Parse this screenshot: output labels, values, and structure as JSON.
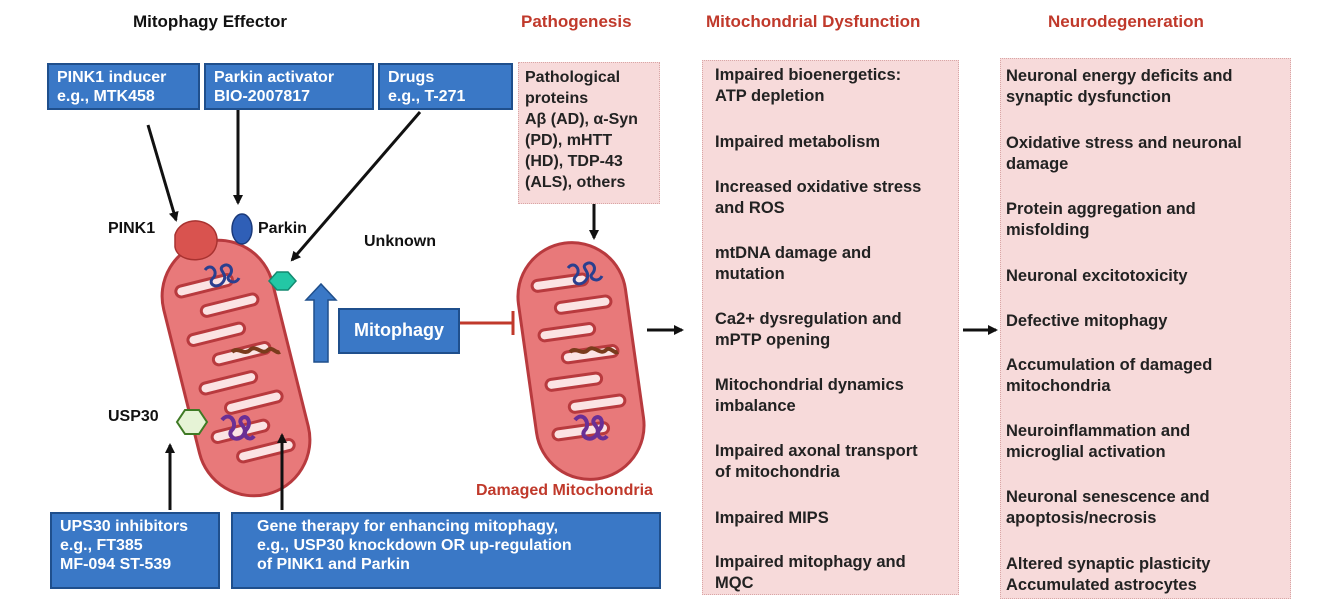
{
  "headings": {
    "mitophagy_effector": "Mitophagy Effector",
    "pathogenesis": "Pathogenesis",
    "mito_dysfunction": "Mitochondrial Dysfunction",
    "neurodegeneration": "Neurodegeneration"
  },
  "effector_boxes": {
    "pink1_inducer": [
      "PINK1 inducer",
      "e.g.,  MTK458"
    ],
    "parkin_activator": [
      "Parkin activator",
      "BIO-2007817"
    ],
    "drugs": [
      "Drugs",
      "e.g., T-271"
    ],
    "usp30_inhibitors": [
      "UPS30 inhibitors",
      "e.g., FT385",
      "MF-094 ST-539"
    ],
    "gene_therapy": [
      "Gene therapy for enhancing mitophagy,",
      "e.g., USP30 knockdown OR up-regulation",
      "of PINK1 and Parkin"
    ]
  },
  "labels": {
    "pink1": "PINK1",
    "parkin": "Parkin",
    "unknown": "Unknown",
    "usp30": "USP30",
    "mitophagy": "Mitophagy",
    "damaged_mito": "Damaged Mitochondria"
  },
  "pathogenesis_box": [
    "Pathological",
    "proteins",
    "Aβ (AD), α-Syn",
    "(PD), mHTT",
    "(HD),  TDP-43",
    "(ALS), others"
  ],
  "mito_dysfunction_items": [
    [
      "Impaired bioenergetics:",
      "ATP depletion"
    ],
    [
      "Impaired metabolism"
    ],
    [
      "Increased oxidative stress",
      "and ROS"
    ],
    [
      "mtDNA damage and",
      "mutation"
    ],
    [
      "Ca2+ dysregulation and",
      "mPTP opening"
    ],
    [
      "Mitochondrial dynamics",
      "imbalance"
    ],
    [
      "Impaired axonal transport",
      "of mitochondria"
    ],
    [
      "Impaired  MIPS"
    ],
    [
      "Impaired mitophagy and",
      "MQC"
    ]
  ],
  "neuro_items": [
    [
      "Neuronal energy deficits and",
      "synaptic dysfunction"
    ],
    [
      "Oxidative stress and neuronal",
      "damage"
    ],
    [
      "Protein aggregation and",
      "misfolding"
    ],
    [
      "Neuronal excitotoxicity"
    ],
    [
      "Defective mitophagy"
    ],
    [
      "Accumulation of damaged",
      "mitochondria"
    ],
    [
      "Neuroinflammation and",
      "microglial activation"
    ],
    [
      "Neuronal senescence and",
      "apoptosis/necrosis"
    ],
    [
      "Altered synaptic plasticity",
      "Accumulated astrocytes"
    ]
  ],
  "colors": {
    "blue_box": "#3a78c6",
    "pink_box": "#f7dada",
    "red_heading": "#c0392b",
    "mito_fill": "#e8797a",
    "mito_outline": "#b83a3e"
  }
}
